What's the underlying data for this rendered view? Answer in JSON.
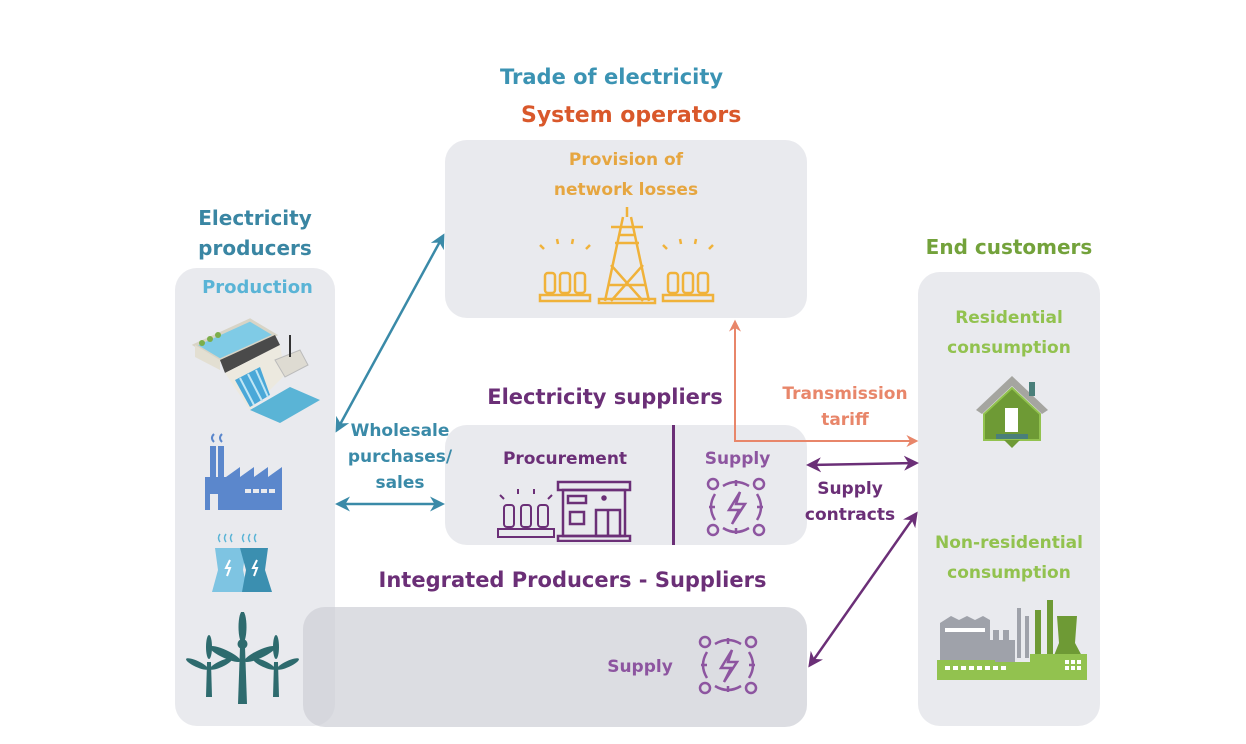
{
  "colors": {
    "trade": "#3b93b3",
    "system_operators": "#d9582b",
    "network_losses": "#e6a640",
    "producers_title": "#3a86a3",
    "production": "#5ab4d6",
    "suppliers": "#6b2f77",
    "supply_light": "#8d55a0",
    "transmission": "#e8866a",
    "end_customers": "#73a23b",
    "consumption": "#92c24f",
    "wholesale_arrow": "#3a8aa8",
    "box_bg": "#e9eaee",
    "integrated_bg": "#dcdde2"
  },
  "titles": {
    "trade": "Trade of electricity",
    "system_operators": "System operators",
    "producers": [
      "Electricity",
      "producers"
    ],
    "end_customers": "End customers",
    "suppliers": "Electricity suppliers",
    "integrated": "Integrated Producers - Suppliers"
  },
  "system_operators_box": {
    "label": [
      "Provision of",
      "network losses"
    ],
    "icon": "transmission-tower-icon"
  },
  "producers_box": {
    "label": "Production",
    "icons": [
      "hydro-dam-icon",
      "factory-icon",
      "cooling-tower-icon",
      "wind-turbine-icon"
    ]
  },
  "suppliers_box": {
    "procurement_label": "Procurement",
    "supply_label": "Supply",
    "icons": [
      "insulator-icon",
      "shop-icon",
      "power-plug-icon"
    ]
  },
  "integrated_box": {
    "supply_label": "Supply",
    "icon": "power-plug-icon"
  },
  "end_customers_box": {
    "residential": [
      "Residential",
      "consumption"
    ],
    "non_residential": [
      "Non-residential",
      "consumption"
    ],
    "icons": [
      "house-icon",
      "industrial-plant-icon"
    ]
  },
  "flows": {
    "wholesale": [
      "Wholesale",
      "purchases/",
      "sales"
    ],
    "transmission": [
      "Transmission",
      "tariff"
    ],
    "supply_contracts": [
      "Supply",
      "contracts"
    ]
  }
}
